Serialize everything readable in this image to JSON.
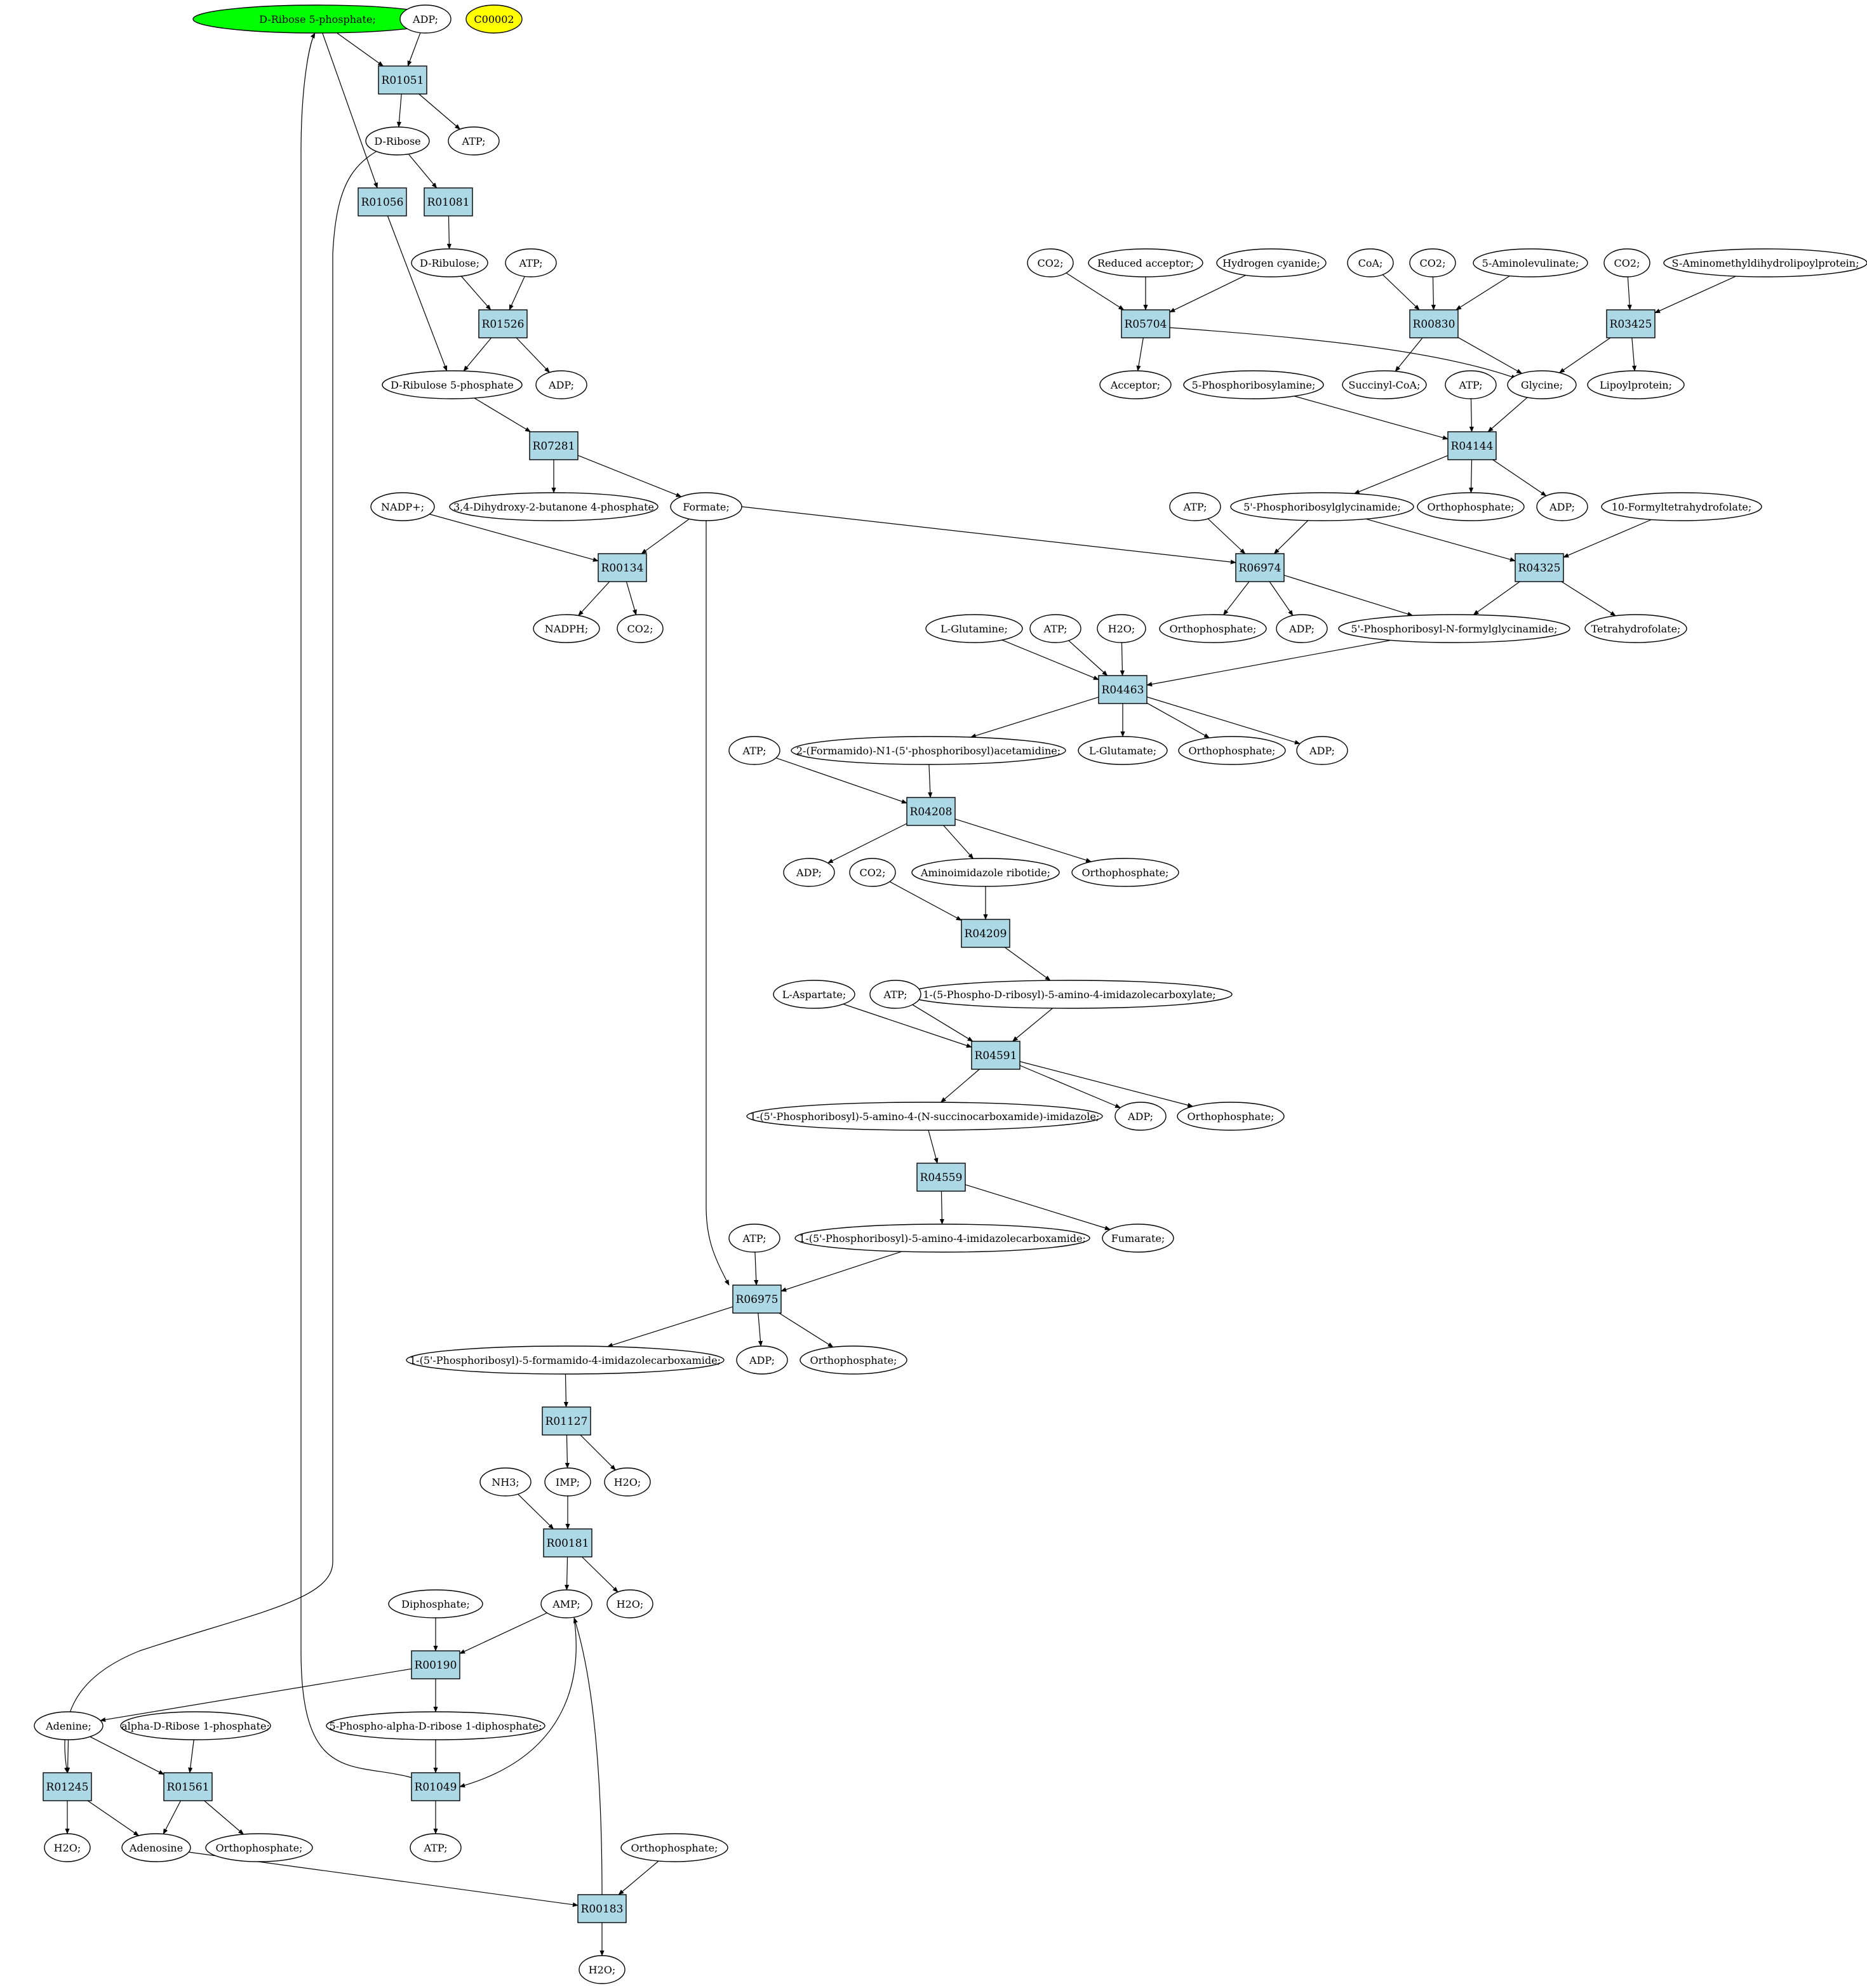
{
  "colors": {
    "reaction_fill": "#add8e6",
    "compound_fill": "#ffffff",
    "highlight_green": "#00ff00",
    "highlight_yellow": "#ffff00"
  },
  "compounds": {
    "dr5p": {
      "label": "D-Ribose 5-phosphate;",
      "fill": "#00ff00"
    },
    "c00002": {
      "label": "C00002",
      "fill": "#ffff00"
    },
    "adp_top": {
      "label": "ADP;"
    },
    "dribose": {
      "label": "D-Ribose"
    },
    "atp_1": {
      "label": "ATP;"
    },
    "dribulose": {
      "label": "D-Ribulose;"
    },
    "atp_2": {
      "label": "ATP;"
    },
    "dru5p": {
      "label": "D-Ribulose 5-phosphate"
    },
    "adp_2": {
      "label": "ADP;"
    },
    "dhbp": {
      "label": "3,4-Dihydroxy-2-butanone 4-phosphate"
    },
    "formate": {
      "label": "Formate;"
    },
    "nadp": {
      "label": "NADP+;"
    },
    "nadph": {
      "label": "NADPH;"
    },
    "co2_a": {
      "label": "CO2;"
    },
    "co2_b": {
      "label": "CO2;"
    },
    "redacc": {
      "label": "Reduced acceptor;"
    },
    "hcn": {
      "label": "Hydrogen cyanide;"
    },
    "acceptor": {
      "label": "Acceptor;"
    },
    "coa": {
      "label": "CoA;"
    },
    "co2_c": {
      "label": "CO2;"
    },
    "ala5": {
      "label": "5-Aminolevulinate;"
    },
    "succoa": {
      "label": "Succinyl-CoA;"
    },
    "glycine": {
      "label": "Glycine;"
    },
    "co2_d": {
      "label": "CO2;"
    },
    "samdlp": {
      "label": "S-Aminomethyldihydrolipoylprotein;"
    },
    "lipoyl": {
      "label": "Lipoylprotein;"
    },
    "prpa": {
      "label": "5-Phosphoribosylamine;"
    },
    "atp_3": {
      "label": "ATP;"
    },
    "gar": {
      "label": "5'-Phosphoribosylglycinamide;"
    },
    "orth_1": {
      "label": "Orthophosphate;"
    },
    "adp_3": {
      "label": "ADP;"
    },
    "atp_4": {
      "label": "ATP;"
    },
    "fthf10": {
      "label": "10-Formyltetrahydrofolate;"
    },
    "orth_2": {
      "label": "Orthophosphate;"
    },
    "adp_4": {
      "label": "ADP;"
    },
    "fgar": {
      "label": "5'-Phosphoribosyl-N-formylglycinamide;"
    },
    "thf": {
      "label": "Tetrahydrofolate;"
    },
    "lgln": {
      "label": "L-Glutamine;"
    },
    "atp_5": {
      "label": "ATP;"
    },
    "h2o_1": {
      "label": "H2O;"
    },
    "fgam": {
      "label": "2-(Formamido)-N1-(5'-phosphoribosyl)acetamidine;"
    },
    "lglu": {
      "label": "L-Glutamate;"
    },
    "orth_3": {
      "label": "Orthophosphate;"
    },
    "adp_5": {
      "label": "ADP;"
    },
    "atp_6": {
      "label": "ATP;"
    },
    "adp_6": {
      "label": "ADP;"
    },
    "air": {
      "label": "Aminoimidazole ribotide;"
    },
    "orth_4": {
      "label": "Orthophosphate;"
    },
    "co2_e": {
      "label": "CO2;"
    },
    "cair": {
      "label": "1-(5-Phospho-D-ribosyl)-5-amino-4-imidazolecarboxylate;"
    },
    "lasp": {
      "label": "L-Aspartate;"
    },
    "atp_7": {
      "label": "ATP;"
    },
    "saicar": {
      "label": "1-(5'-Phosphoribosyl)-5-amino-4-(N-succinocarboxamide)-imidazole;"
    },
    "adp_7": {
      "label": "ADP;"
    },
    "orth_5": {
      "label": "Orthophosphate;"
    },
    "aicar": {
      "label": "1-(5'-Phosphoribosyl)-5-amino-4-imidazolecarboxamide;"
    },
    "fumarate": {
      "label": "Fumarate;"
    },
    "atp_8": {
      "label": "ATP;"
    },
    "faicar": {
      "label": "1-(5'-Phosphoribosyl)-5-formamido-4-imidazolecarboxamide;"
    },
    "adp_8": {
      "label": "ADP;"
    },
    "orth_6": {
      "label": "Orthophosphate;"
    },
    "nh3": {
      "label": "NH3;"
    },
    "imp": {
      "label": "IMP;"
    },
    "h2o_2": {
      "label": "H2O;"
    },
    "amp": {
      "label": "AMP;"
    },
    "h2o_3": {
      "label": "H2O;"
    },
    "diphos": {
      "label": "Diphosphate;"
    },
    "adenine": {
      "label": "Adenine;"
    },
    "adr1p": {
      "label": "alpha-D-Ribose 1-phosphate;"
    },
    "prpp": {
      "label": "5-Phospho-alpha-D-ribose 1-diphosphate;"
    },
    "h2o_4": {
      "label": "H2O;"
    },
    "adenosine": {
      "label": "Adenosine"
    },
    "orth_7": {
      "label": "Orthophosphate;"
    },
    "atp_9": {
      "label": "ATP;"
    },
    "orth_8": {
      "label": "Orthophosphate;"
    },
    "h2o_5": {
      "label": "H2O;"
    }
  },
  "reactions": {
    "r01051": {
      "label": "R01051"
    },
    "r01056": {
      "label": "R01056"
    },
    "r01081": {
      "label": "R01081"
    },
    "r01526": {
      "label": "R01526"
    },
    "r07281": {
      "label": "R07281"
    },
    "r00134": {
      "label": "R00134"
    },
    "r05704": {
      "label": "R05704"
    },
    "r00830": {
      "label": "R00830"
    },
    "r03425": {
      "label": "R03425"
    },
    "r04144": {
      "label": "R04144"
    },
    "r06974": {
      "label": "R06974"
    },
    "r04325": {
      "label": "R04325"
    },
    "r04463": {
      "label": "R04463"
    },
    "r04208": {
      "label": "R04208"
    },
    "r04209": {
      "label": "R04209"
    },
    "r04591": {
      "label": "R04591"
    },
    "r04559": {
      "label": "R04559"
    },
    "r06975": {
      "label": "R06975"
    },
    "r01127": {
      "label": "R01127"
    },
    "r00181": {
      "label": "R00181"
    },
    "r00190": {
      "label": "R00190"
    },
    "r01245": {
      "label": "R01245"
    },
    "r01561": {
      "label": "R01561"
    },
    "r01049": {
      "label": "R01049"
    },
    "r00183": {
      "label": "R00183"
    }
  },
  "edges": [
    [
      "dr5p",
      "r01051"
    ],
    [
      "adp_top",
      "r01051"
    ],
    [
      "r01051",
      "dribose"
    ],
    [
      "r01051",
      "atp_1"
    ],
    [
      "dr5p",
      "r01056"
    ],
    [
      "dribose",
      "r01081"
    ],
    [
      "r01081",
      "dribulose"
    ],
    [
      "dribulose",
      "r01526"
    ],
    [
      "atp_2",
      "r01526"
    ],
    [
      "r01526",
      "dru5p"
    ],
    [
      "r01526",
      "adp_2"
    ],
    [
      "r01056",
      "dru5p"
    ],
    [
      "dru5p",
      "r07281"
    ],
    [
      "r07281",
      "dhbp"
    ],
    [
      "r07281",
      "formate"
    ],
    [
      "nadp",
      "r00134"
    ],
    [
      "formate",
      "r00134"
    ],
    [
      "r00134",
      "nadph"
    ],
    [
      "r00134",
      "co2_a"
    ],
    [
      "co2_b",
      "r05704"
    ],
    [
      "redacc",
      "r05704"
    ],
    [
      "hcn",
      "r05704"
    ],
    [
      "r05704",
      "acceptor"
    ],
    [
      "r05704",
      "glycine"
    ],
    [
      "coa",
      "r00830"
    ],
    [
      "co2_c",
      "r00830"
    ],
    [
      "ala5",
      "r00830"
    ],
    [
      "r00830",
      "succoa"
    ],
    [
      "r00830",
      "glycine"
    ],
    [
      "co2_d",
      "r03425"
    ],
    [
      "samdlp",
      "r03425"
    ],
    [
      "r03425",
      "glycine"
    ],
    [
      "r03425",
      "lipoyl"
    ],
    [
      "prpa",
      "r04144"
    ],
    [
      "atp_3",
      "r04144"
    ],
    [
      "glycine",
      "r04144"
    ],
    [
      "r04144",
      "gar"
    ],
    [
      "r04144",
      "orth_1"
    ],
    [
      "r04144",
      "adp_3"
    ],
    [
      "atp_4",
      "r06974"
    ],
    [
      "gar",
      "r06974"
    ],
    [
      "formate",
      "r06974"
    ],
    [
      "r06974",
      "orth_2"
    ],
    [
      "r06974",
      "adp_4"
    ],
    [
      "r06974",
      "fgar"
    ],
    [
      "gar",
      "r04325"
    ],
    [
      "fthf10",
      "r04325"
    ],
    [
      "r04325",
      "fgar"
    ],
    [
      "r04325",
      "thf"
    ],
    [
      "lgln",
      "r04463"
    ],
    [
      "atp_5",
      "r04463"
    ],
    [
      "h2o_1",
      "r04463"
    ],
    [
      "fgar",
      "r04463"
    ],
    [
      "r04463",
      "fgam"
    ],
    [
      "r04463",
      "lglu"
    ],
    [
      "r04463",
      "orth_3"
    ],
    [
      "r04463",
      "adp_5"
    ],
    [
      "atp_6",
      "r04208"
    ],
    [
      "fgam",
      "r04208"
    ],
    [
      "r04208",
      "adp_6"
    ],
    [
      "r04208",
      "air"
    ],
    [
      "r04208",
      "orth_4"
    ],
    [
      "co2_e",
      "r04209"
    ],
    [
      "air",
      "r04209"
    ],
    [
      "r04209",
      "cair"
    ],
    [
      "lasp",
      "r04591"
    ],
    [
      "atp_7",
      "r04591"
    ],
    [
      "cair",
      "r04591"
    ],
    [
      "r04591",
      "saicar"
    ],
    [
      "r04591",
      "adp_7"
    ],
    [
      "r04591",
      "orth_5"
    ],
    [
      "saicar",
      "r04559"
    ],
    [
      "r04559",
      "aicar"
    ],
    [
      "r04559",
      "fumarate"
    ],
    [
      "atp_8",
      "r06975"
    ],
    [
      "aicar",
      "r06975"
    ],
    [
      "formate",
      "r06975"
    ],
    [
      "r06975",
      "faicar"
    ],
    [
      "r06975",
      "adp_8"
    ],
    [
      "r06975",
      "orth_6"
    ],
    [
      "faicar",
      "r01127"
    ],
    [
      "r01127",
      "imp"
    ],
    [
      "r01127",
      "h2o_2"
    ],
    [
      "nh3",
      "r00181"
    ],
    [
      "imp",
      "r00181"
    ],
    [
      "r00181",
      "amp"
    ],
    [
      "r00181",
      "h2o_3"
    ],
    [
      "diphos",
      "r00190"
    ],
    [
      "amp",
      "r00190"
    ],
    [
      "r00190",
      "adenine"
    ],
    [
      "r00190",
      "prpp"
    ],
    [
      "adenine",
      "r01245"
    ],
    [
      "dribose",
      "r01245"
    ],
    [
      "r01245",
      "h2o_4"
    ],
    [
      "r01245",
      "adenosine"
    ],
    [
      "adenine",
      "r01561"
    ],
    [
      "adr1p",
      "r01561"
    ],
    [
      "r01561",
      "adenosine"
    ],
    [
      "r01561",
      "orth_7"
    ],
    [
      "prpp",
      "r01049"
    ],
    [
      "amp",
      "r01049"
    ],
    [
      "r01049",
      "atp_9"
    ],
    [
      "r01049",
      "dr5p"
    ],
    [
      "adenosine",
      "r00183"
    ],
    [
      "orth_8",
      "r00183"
    ],
    [
      "r00183",
      "amp"
    ],
    [
      "r00183",
      "h2o_5"
    ]
  ]
}
